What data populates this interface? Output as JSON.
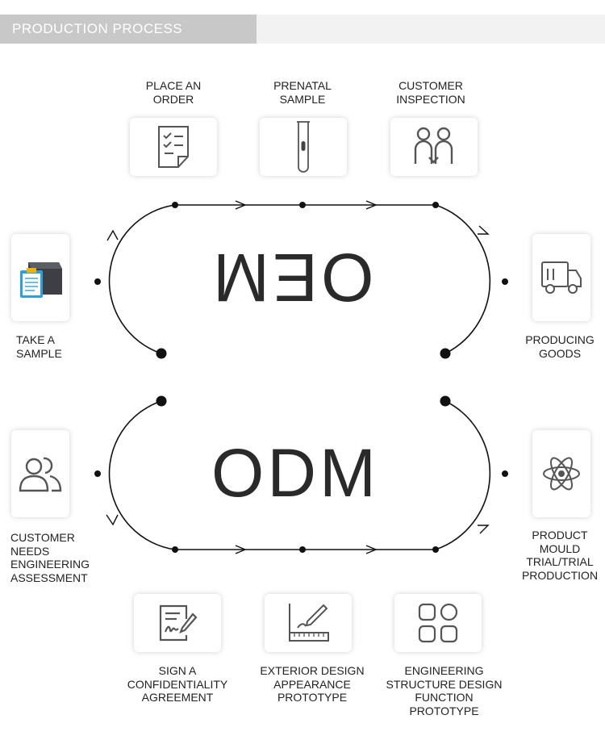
{
  "header": {
    "title": "PRODUCTION PROCESS"
  },
  "oem": {
    "title": "OEM",
    "steps": [
      {
        "label": "TAKE A\nSAMPLE",
        "icon": "clipboard-box-icon"
      },
      {
        "label": "PLACE AN\nORDER",
        "icon": "checklist-icon"
      },
      {
        "label": "PRENATAL\nSAMPLE",
        "icon": "test-tube-icon"
      },
      {
        "label": "CUSTOMER\nINSPECTION",
        "icon": "people-icon"
      },
      {
        "label": "PRODUCING\nGOODS",
        "icon": "truck-icon"
      }
    ]
  },
  "odm": {
    "title": "ODM",
    "steps": [
      {
        "label": "CUSTOMER\nNEEDS\nENGINEERING\nASSESSMENT",
        "icon": "users-icon"
      },
      {
        "label": "SIGN A\nCONFIDENTIALITY\nAGREEMENT",
        "icon": "signature-icon"
      },
      {
        "label": "EXTERIOR DESIGN\nAPPEARANCE\nPROTOTYPE",
        "icon": "design-pen-icon"
      },
      {
        "label": "ENGINEERING\nSTRUCTURE DESIGN\nFUNCTION\nPROTOTYPE",
        "icon": "grid-icon"
      },
      {
        "label": "PRODUCT\nMOULD\nTRIAL/TRIAL\nPRODUCTION",
        "icon": "atom-icon"
      }
    ]
  },
  "colors": {
    "header_tab": "#c8c8c8",
    "header_bar": "#f2f2f2",
    "line": "#111111",
    "icon": "#555555"
  }
}
